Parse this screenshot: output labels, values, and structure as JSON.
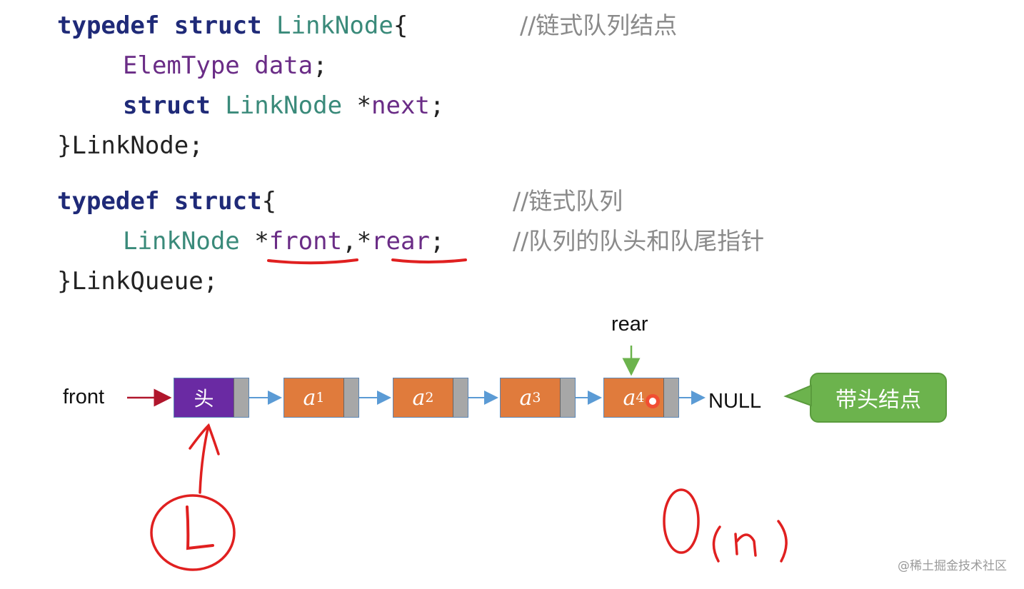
{
  "code": {
    "block1": {
      "l1_kw": "typedef struct ",
      "l1_type": "LinkNode",
      "l1_brace": "{",
      "l1_comment": "//链式队列结点",
      "l2_type": "ElemType ",
      "l2_var": "data",
      "l2_semi": ";",
      "l3_kw": "struct ",
      "l3_type": "LinkNode ",
      "l3_star": "*",
      "l3_var": "next",
      "l3_semi": ";",
      "l4": "}LinkNode;"
    },
    "block2": {
      "l1_kw": "typedef struct",
      "l1_brace": "{",
      "l1_comment": "//链式队列",
      "l2_type": "LinkNode ",
      "l2_star1": "*",
      "l2_var1": "front",
      "l2_comma": ",",
      "l2_star2": "*",
      "l2_var2": "rear",
      "l2_semi": ";",
      "l2_comment": "//队列的队头和队尾指针",
      "l3": "}LinkQueue;"
    }
  },
  "diagram": {
    "front_label": "front",
    "rear_label": "rear",
    "null_label": "NULL",
    "head_node_label": "头",
    "nodes": [
      {
        "letter": "a",
        "sub": "1"
      },
      {
        "letter": "a",
        "sub": "2"
      },
      {
        "letter": "a",
        "sub": "3"
      },
      {
        "letter": "a",
        "sub": "4"
      }
    ],
    "callout_text": "带头结点",
    "colors": {
      "head_node": "#6a2aa3",
      "data_node": "#e07b3c",
      "pointer_box": "#a7a7a7",
      "arrow": "#5b9bd5",
      "front_arrow": "#b0162c",
      "rear_arrow": "#6cb34d",
      "callout": "#6cb34d",
      "annotation_ink": "#e02020"
    }
  },
  "annotations": {
    "handwritten_L": "L",
    "handwritten_complexity": "O(n)"
  },
  "watermark": "@稀土掘金技术社区"
}
